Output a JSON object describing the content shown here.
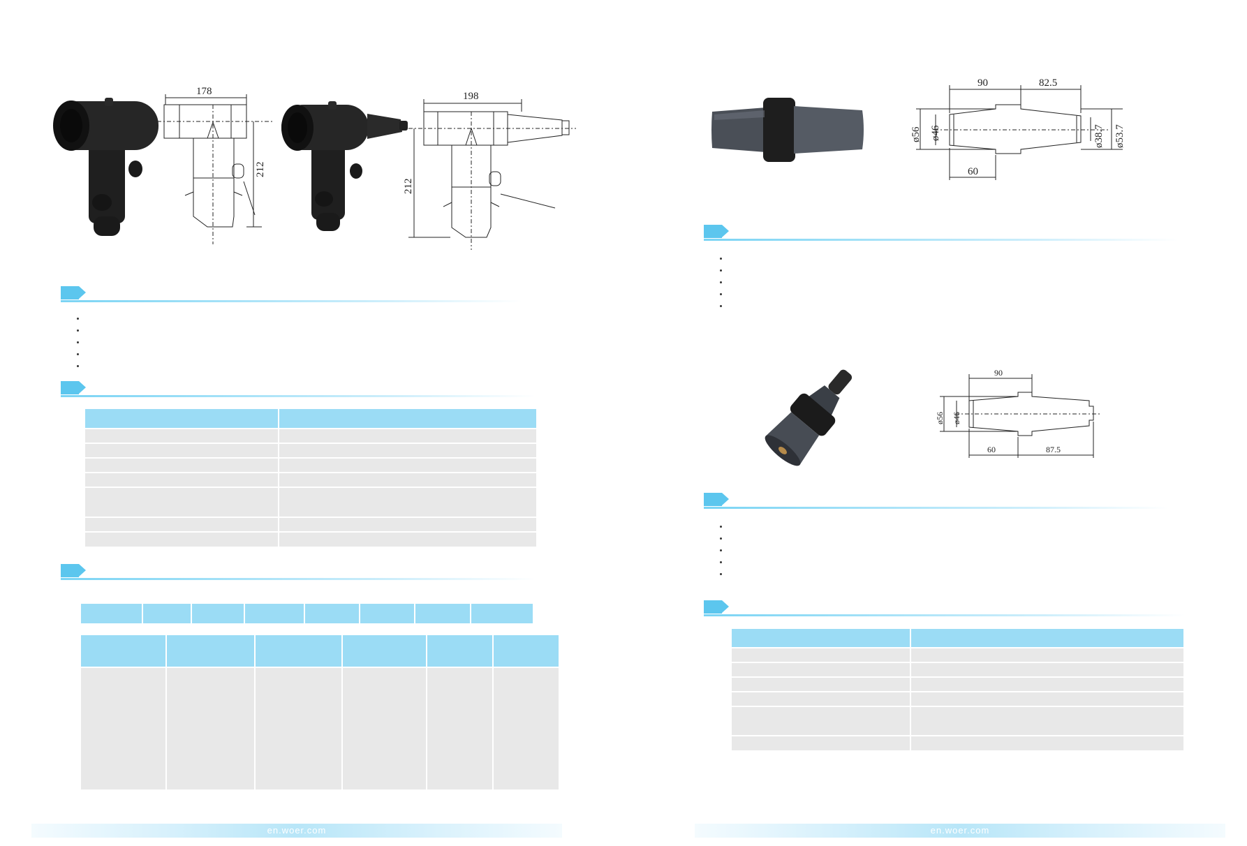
{
  "left_page": {
    "drawing_t90": {
      "width_label": "178",
      "height_label": "212"
    },
    "drawing_t110": {
      "width_label": "198",
      "height_label": "212"
    },
    "features": {
      "bullet_count": 5
    },
    "spec_table": {
      "header_cols": 2,
      "row_count": 7
    },
    "model_strip": {
      "cells": 8
    },
    "dimension_table": {
      "cols": 6
    }
  },
  "right_page": {
    "drawing_bushing_a": {
      "dim_90": "90",
      "dim_82_5": "82.5",
      "dim_60": "60",
      "dia_56": "ø56",
      "dia_46": "ø46",
      "dia_38_7": "ø38.7",
      "dia_53_7": "ø53.7"
    },
    "drawing_bushing_b": {
      "dim_90": "90",
      "dim_60": "60",
      "dim_87_5": "87.5",
      "dia_56": "ø56",
      "dia_46": "ø46"
    },
    "features_a": {
      "bullet_count": 5
    },
    "features_b": {
      "bullet_count": 5
    },
    "spec_table": {
      "header_cols": 2,
      "row_count": 6
    }
  },
  "footer": {
    "left_url": "en.woer.com",
    "right_url": "en.woer.com"
  },
  "colors": {
    "accent": "#5cc6ee",
    "table_header": "#9bdcf5",
    "table_cell": "#e8e8e8",
    "product_black": "#1f1f1f",
    "product_grey": "#4a4f57"
  }
}
